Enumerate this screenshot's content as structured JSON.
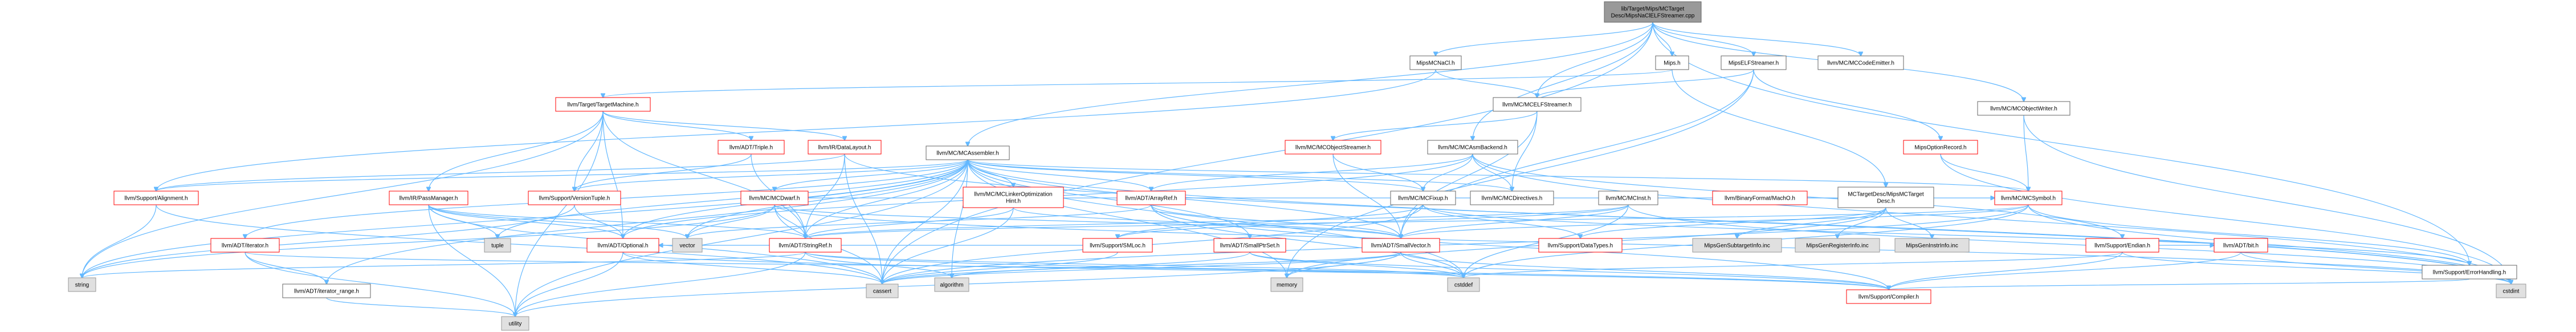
{
  "diagram": {
    "kind": "include-dependency-graph",
    "colors": {
      "edge": "#63b8ff",
      "root_fill": "#999999",
      "root_stroke": "#666666",
      "node_fill": "#ffffff",
      "node_stroke": "#666666",
      "broken_stroke": "#ff0000",
      "external_fill": "#e0e0e0",
      "external_stroke": "#999999"
    },
    "nodes": [
      {
        "id": "root",
        "lines": [
          "lib/Target/Mips/MCTarget",
          "Desc/MipsNaClELFStreamer.cpp"
        ],
        "style": "root"
      },
      {
        "id": "mipsmcnacl",
        "lines": [
          "MipsMCNaCl.h"
        ],
        "style": "normal"
      },
      {
        "id": "mipsh",
        "lines": [
          "Mips.h"
        ],
        "style": "normal"
      },
      {
        "id": "mipself",
        "lines": [
          "MipsELFStreamer.h"
        ],
        "style": "normal"
      },
      {
        "id": "mccodeemitter",
        "lines": [
          "llvm/MC/MCCodeEmitter.h"
        ],
        "style": "normal"
      },
      {
        "id": "targetmachine",
        "lines": [
          "llvm/Target/TargetMachine.h"
        ],
        "style": "broken"
      },
      {
        "id": "mcelfstreamer",
        "lines": [
          "llvm/MC/MCELFStreamer.h"
        ],
        "style": "normal"
      },
      {
        "id": "mcobjectwriter",
        "lines": [
          "llvm/MC/MCObjectWriter.h"
        ],
        "style": "normal"
      },
      {
        "id": "mcassembler",
        "lines": [
          "llvm/MC/MCAssembler.h"
        ],
        "style": "normal"
      },
      {
        "id": "adttriple",
        "lines": [
          "llvm/ADT/Triple.h"
        ],
        "style": "broken"
      },
      {
        "id": "datalayout",
        "lines": [
          "llvm/IR/DataLayout.h"
        ],
        "style": "broken"
      },
      {
        "id": "mcobjectstreamer",
        "lines": [
          "llvm/MC/MCObjectStreamer.h"
        ],
        "style": "broken"
      },
      {
        "id": "mcasmbackend",
        "lines": [
          "llvm/MC/MCAsmBackend.h"
        ],
        "style": "normal"
      },
      {
        "id": "mipsoptionrecord",
        "lines": [
          "MipsOptionRecord.h"
        ],
        "style": "broken"
      },
      {
        "id": "supportalignment",
        "lines": [
          "llvm/Support/Alignment.h"
        ],
        "style": "broken"
      },
      {
        "id": "passmanager",
        "lines": [
          "llvm/IR/PassManager.h"
        ],
        "style": "broken"
      },
      {
        "id": "versiontuple",
        "lines": [
          "llvm/Support/VersionTuple.h"
        ],
        "style": "broken"
      },
      {
        "id": "mcdwarf",
        "lines": [
          "llvm/MC/MCDwarf.h"
        ],
        "style": "broken"
      },
      {
        "id": "linkeropt",
        "lines": [
          "llvm/MC/MCLinkerOptimization",
          "Hint.h"
        ],
        "style": "broken"
      },
      {
        "id": "arrayref",
        "lines": [
          "llvm/ADT/ArrayRef.h"
        ],
        "style": "broken"
      },
      {
        "id": "mcfixup",
        "lines": [
          "llvm/MC/MCFixup.h"
        ],
        "style": "normal"
      },
      {
        "id": "mcdirectives",
        "lines": [
          "llvm/MC/MCDirectives.h"
        ],
        "style": "normal"
      },
      {
        "id": "mcinst",
        "lines": [
          "llvm/MC/MCInst.h"
        ],
        "style": "normal"
      },
      {
        "id": "machoh",
        "lines": [
          "llvm/BinaryFormat/MachO.h"
        ],
        "style": "broken"
      },
      {
        "id": "mctargetdesc",
        "lines": [
          "MCTargetDesc/MipsMCTarget",
          "Desc.h"
        ],
        "style": "normal"
      },
      {
        "id": "mcsymbol",
        "lines": [
          "llvm/MC/MCSymbol.h"
        ],
        "style": "broken"
      },
      {
        "id": "adtiterator",
        "lines": [
          "llvm/ADT/iterator.h"
        ],
        "style": "broken"
      },
      {
        "id": "tuple",
        "lines": [
          "tuple"
        ],
        "style": "external"
      },
      {
        "id": "vector",
        "lines": [
          "vector"
        ],
        "style": "external"
      },
      {
        "id": "adtoptional",
        "lines": [
          "llvm/ADT/Optional.h"
        ],
        "style": "broken"
      },
      {
        "id": "stringref",
        "lines": [
          "llvm/ADT/StringRef.h"
        ],
        "style": "broken"
      },
      {
        "id": "smloc",
        "lines": [
          "llvm/Support/SMLoc.h"
        ],
        "style": "broken"
      },
      {
        "id": "smallptrset",
        "lines": [
          "llvm/ADT/SmallPtrSet.h"
        ],
        "style": "broken"
      },
      {
        "id": "smallvector",
        "lines": [
          "llvm/ADT/SmallVector.h"
        ],
        "style": "broken"
      },
      {
        "id": "datatypes",
        "lines": [
          "llvm/Support/DataTypes.h"
        ],
        "style": "broken"
      },
      {
        "id": "subtargetinfo",
        "lines": [
          "MipsGenSubtargetInfo.inc"
        ],
        "style": "external"
      },
      {
        "id": "registerinfo",
        "lines": [
          "MipsGenRegisterInfo.inc"
        ],
        "style": "external"
      },
      {
        "id": "instrinfo",
        "lines": [
          "MipsGenInstrInfo.inc"
        ],
        "style": "external"
      },
      {
        "id": "endian",
        "lines": [
          "llvm/Support/Endian.h"
        ],
        "style": "broken"
      },
      {
        "id": "adtbit",
        "lines": [
          "llvm/ADT/bit.h"
        ],
        "style": "broken"
      },
      {
        "id": "errorhandling",
        "lines": [
          "llvm/Support/ErrorHandling.h"
        ],
        "style": "normal"
      },
      {
        "id": "string",
        "lines": [
          "string"
        ],
        "style": "external"
      },
      {
        "id": "iteratorrange",
        "lines": [
          "llvm/ADT/iterator_range.h"
        ],
        "style": "normal"
      },
      {
        "id": "cassert",
        "lines": [
          "cassert"
        ],
        "style": "external"
      },
      {
        "id": "algorithm",
        "lines": [
          "algorithm"
        ],
        "style": "external"
      },
      {
        "id": "memory",
        "lines": [
          "memory"
        ],
        "style": "external"
      },
      {
        "id": "cstddef",
        "lines": [
          "cstddef"
        ],
        "style": "external"
      },
      {
        "id": "cstdint",
        "lines": [
          "cstdint"
        ],
        "style": "external"
      },
      {
        "id": "compiler",
        "lines": [
          "llvm/Support/Compiler.h"
        ],
        "style": "broken"
      },
      {
        "id": "utility",
        "lines": [
          "utility"
        ],
        "style": "external"
      }
    ],
    "edges": [
      [
        "root",
        "mipsmcnacl"
      ],
      [
        "root",
        "mipsh"
      ],
      [
        "root",
        "mipself"
      ],
      [
        "root",
        "mccodeemitter"
      ],
      [
        "root",
        "mcelfstreamer"
      ],
      [
        "root",
        "mcassembler"
      ],
      [
        "root",
        "mcobjectwriter"
      ],
      [
        "root",
        "mcasmbackend"
      ],
      [
        "root",
        "errorhandling"
      ],
      [
        "root",
        "cassert"
      ],
      [
        "mipsmcnacl",
        "mcelfstreamer"
      ],
      [
        "mipsmcnacl",
        "supportalignment"
      ],
      [
        "mipsh",
        "targetmachine"
      ],
      [
        "mipsh",
        "mctargetdesc"
      ],
      [
        "mipself",
        "mcelfstreamer"
      ],
      [
        "mipself",
        "mipsoptionrecord"
      ],
      [
        "mipself",
        "smallvector"
      ],
      [
        "mipself",
        "memory"
      ],
      [
        "targetmachine",
        "adttriple"
      ],
      [
        "targetmachine",
        "datalayout"
      ],
      [
        "targetmachine",
        "passmanager"
      ],
      [
        "targetmachine",
        "versiontuple"
      ],
      [
        "targetmachine",
        "adtoptional"
      ],
      [
        "targetmachine",
        "stringref"
      ],
      [
        "targetmachine",
        "string"
      ],
      [
        "targetmachine",
        "utility"
      ],
      [
        "mcelfstreamer",
        "mcobjectstreamer"
      ],
      [
        "mcelfstreamer",
        "mcdirectives"
      ],
      [
        "mcelfstreamer",
        "smallvector"
      ],
      [
        "mcobjectwriter",
        "mcsymbol"
      ],
      [
        "mcobjectwriter",
        "cstdint"
      ],
      [
        "mcassembler",
        "supportalignment"
      ],
      [
        "mcassembler",
        "adtiterator"
      ],
      [
        "mcassembler",
        "iteratorrange"
      ],
      [
        "mcassembler",
        "vector"
      ],
      [
        "mcassembler",
        "tuple"
      ],
      [
        "mcassembler",
        "adtoptional"
      ],
      [
        "mcassembler",
        "stringref"
      ],
      [
        "mcassembler",
        "smallptrset"
      ],
      [
        "mcassembler",
        "smallvector"
      ],
      [
        "mcassembler",
        "mcdwarf"
      ],
      [
        "mcassembler",
        "linkeropt"
      ],
      [
        "mcassembler",
        "arrayref"
      ],
      [
        "mcassembler",
        "mcfixup"
      ],
      [
        "mcassembler",
        "mcdirectives"
      ],
      [
        "mcassembler",
        "mcsymbol"
      ],
      [
        "mcassembler",
        "versiontuple"
      ],
      [
        "mcassembler",
        "string"
      ],
      [
        "mcassembler",
        "algorithm"
      ],
      [
        "mcassembler",
        "cassert"
      ],
      [
        "mcassembler",
        "cstddef"
      ],
      [
        "mcassembler",
        "cstdint"
      ],
      [
        "mcassembler",
        "memory"
      ],
      [
        "mcassembler",
        "utility"
      ],
      [
        "adttriple",
        "stringref"
      ],
      [
        "adttriple",
        "versiontuple"
      ],
      [
        "datalayout",
        "stringref"
      ],
      [
        "datalayout",
        "supportalignment"
      ],
      [
        "datalayout",
        "cassert"
      ],
      [
        "datalayout",
        "cstdint"
      ],
      [
        "mcobjectstreamer",
        "mcfixup"
      ],
      [
        "mcobjectstreamer",
        "smallvector"
      ],
      [
        "mcasmbackend",
        "mcfixup"
      ],
      [
        "mcasmbackend",
        "mcdirectives"
      ],
      [
        "mcasmbackend",
        "arrayref"
      ],
      [
        "mcasmbackend",
        "adtoptional"
      ],
      [
        "mcasmbackend",
        "endian"
      ],
      [
        "mcasmbackend",
        "cstdint"
      ],
      [
        "mipsoptionrecord",
        "mcsymbol"
      ],
      [
        "mipsoptionrecord",
        "cstdint"
      ],
      [
        "supportalignment",
        "string"
      ],
      [
        "supportalignment",
        "cassert"
      ],
      [
        "passmanager",
        "tuple"
      ],
      [
        "passmanager",
        "vector"
      ],
      [
        "passmanager",
        "stringref"
      ],
      [
        "passmanager",
        "adtoptional"
      ],
      [
        "passmanager",
        "cassert"
      ],
      [
        "passmanager",
        "utility"
      ],
      [
        "versiontuple",
        "adtoptional"
      ],
      [
        "versiontuple",
        "string"
      ],
      [
        "mcdwarf",
        "stringref"
      ],
      [
        "mcdwarf",
        "smallvector"
      ],
      [
        "mcdwarf",
        "mcsymbol"
      ],
      [
        "mcdwarf",
        "string"
      ],
      [
        "mcdwarf",
        "vector"
      ],
      [
        "mcdwarf",
        "cassert"
      ],
      [
        "mcdwarf",
        "cstdint"
      ],
      [
        "linkeropt",
        "stringref"
      ],
      [
        "linkeropt",
        "smallvector"
      ],
      [
        "linkeropt",
        "cassert"
      ],
      [
        "arrayref",
        "smallvector"
      ],
      [
        "arrayref",
        "compiler"
      ],
      [
        "arrayref",
        "cstddef"
      ],
      [
        "arrayref",
        "vector"
      ],
      [
        "mcfixup",
        "smloc"
      ],
      [
        "mcfixup",
        "datatypes"
      ],
      [
        "mcfixup",
        "cassert"
      ],
      [
        "mcfixup",
        "errorhandling"
      ],
      [
        "mcinst",
        "smloc"
      ],
      [
        "mcinst",
        "smallvector"
      ],
      [
        "mcinst",
        "stringref"
      ],
      [
        "mcinst",
        "cstddef"
      ],
      [
        "mcinst",
        "cstdint"
      ],
      [
        "mctargetdesc",
        "datatypes"
      ],
      [
        "mctargetdesc",
        "subtargetinfo"
      ],
      [
        "mctargetdesc",
        "registerinfo"
      ],
      [
        "mctargetdesc",
        "instrinfo"
      ],
      [
        "mctargetdesc",
        "memory"
      ],
      [
        "mcsymbol",
        "stringref"
      ],
      [
        "mcsymbol",
        "smallvector"
      ],
      [
        "mcsymbol",
        "errorhandling"
      ],
      [
        "mcsymbol",
        "cassert"
      ],
      [
        "mcsymbol",
        "cstddef"
      ],
      [
        "mcsymbol",
        "cstdint"
      ],
      [
        "adtiterator",
        "iteratorrange"
      ],
      [
        "adtiterator",
        "utility"
      ],
      [
        "adtiterator",
        "cstddef"
      ],
      [
        "adtoptional",
        "utility"
      ],
      [
        "adtoptional",
        "compiler"
      ],
      [
        "adtoptional",
        "cassert"
      ],
      [
        "stringref",
        "compiler"
      ],
      [
        "stringref",
        "string"
      ],
      [
        "stringref",
        "utility"
      ],
      [
        "stringref",
        "cstddef"
      ],
      [
        "stringref",
        "algorithm"
      ],
      [
        "smloc",
        "adtoptional"
      ],
      [
        "smloc",
        "cassert"
      ],
      [
        "smallptrset",
        "compiler"
      ],
      [
        "smallptrset",
        "cassert"
      ],
      [
        "smallptrset",
        "cstddef"
      ],
      [
        "smallvector",
        "compiler"
      ],
      [
        "smallvector",
        "algorithm"
      ],
      [
        "smallvector",
        "cassert"
      ],
      [
        "smallvector",
        "memory"
      ],
      [
        "smallvector",
        "cstddef"
      ],
      [
        "smallvector",
        "utility"
      ],
      [
        "endian",
        "adtbit"
      ],
      [
        "endian",
        "compiler"
      ],
      [
        "endian",
        "cstddef"
      ],
      [
        "endian",
        "cstdint"
      ],
      [
        "adtbit",
        "compiler"
      ],
      [
        "adtbit",
        "cstdint"
      ],
      [
        "errorhandling",
        "compiler"
      ],
      [
        "iteratorrange",
        "utility"
      ]
    ]
  }
}
